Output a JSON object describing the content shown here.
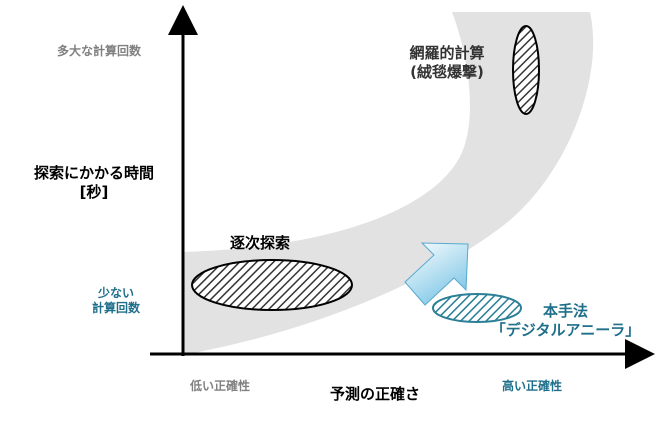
{
  "axes": {
    "y_title": [
      "探索にかかる時間",
      "[秒]"
    ],
    "y_top": "多大な計算回数",
    "y_low": [
      "少ない",
      "計算回数"
    ],
    "x_title": "予測の正確さ",
    "x_left": "低い正確性",
    "x_right": "高い正確性"
  },
  "regions": {
    "sequential": "逐次探索",
    "exhaustive": [
      "網羅的計算",
      "(絨毯爆撃)"
    ],
    "proposed": [
      "本手法",
      "「デジタルアニーラ」"
    ]
  },
  "colors": {
    "band": "#e2e2e2",
    "axis": "#000000",
    "hatch_dark": "#333333",
    "hatch_teal": "#2b7f96",
    "arrow_top": "#ffffff",
    "arrow_bottom": "#7fc7e6",
    "gray_text": "#808080",
    "teal_text": "#1f6f8b"
  },
  "icons": {
    "transition": "down-right-arrow-icon"
  }
}
